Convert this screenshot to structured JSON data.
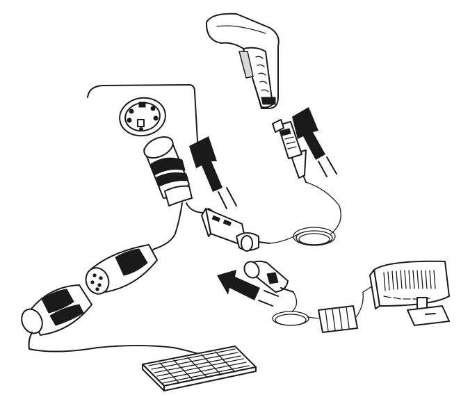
{
  "diagram": {
    "type": "connection-diagram",
    "components": [
      {
        "name": "handheld-scanner",
        "icon": "barcode-scanner-icon"
      },
      {
        "name": "scanner-cable-connector",
        "icon": "rj-modular-plug-icon"
      },
      {
        "name": "ps2-port",
        "icon": "mini-din-port-icon"
      },
      {
        "name": "ps2-male-connector",
        "icon": "mini-din-plug-icon"
      },
      {
        "name": "y-splitter-box",
        "icon": "splitter-icon"
      },
      {
        "name": "keyboard-female-connector",
        "icon": "mini-din-socket-icon"
      },
      {
        "name": "keyboard-male-connector",
        "icon": "mini-din-plug-icon"
      },
      {
        "name": "keyboard",
        "icon": "keyboard-icon"
      },
      {
        "name": "power-jack",
        "icon": "dc-plug-icon"
      },
      {
        "name": "power-adapter",
        "icon": "ac-adapter-icon"
      }
    ],
    "arrows": [
      {
        "name": "arrow-to-ps2-port",
        "icon": "arrow-up-icon"
      },
      {
        "name": "arrow-to-scanner",
        "icon": "arrow-up-icon"
      },
      {
        "name": "arrow-to-power-jack",
        "icon": "arrow-up-left-icon"
      }
    ],
    "colors": {
      "line": "#1a1a1a",
      "fill": "#ffffff",
      "shade": "#d9d9d9"
    }
  }
}
